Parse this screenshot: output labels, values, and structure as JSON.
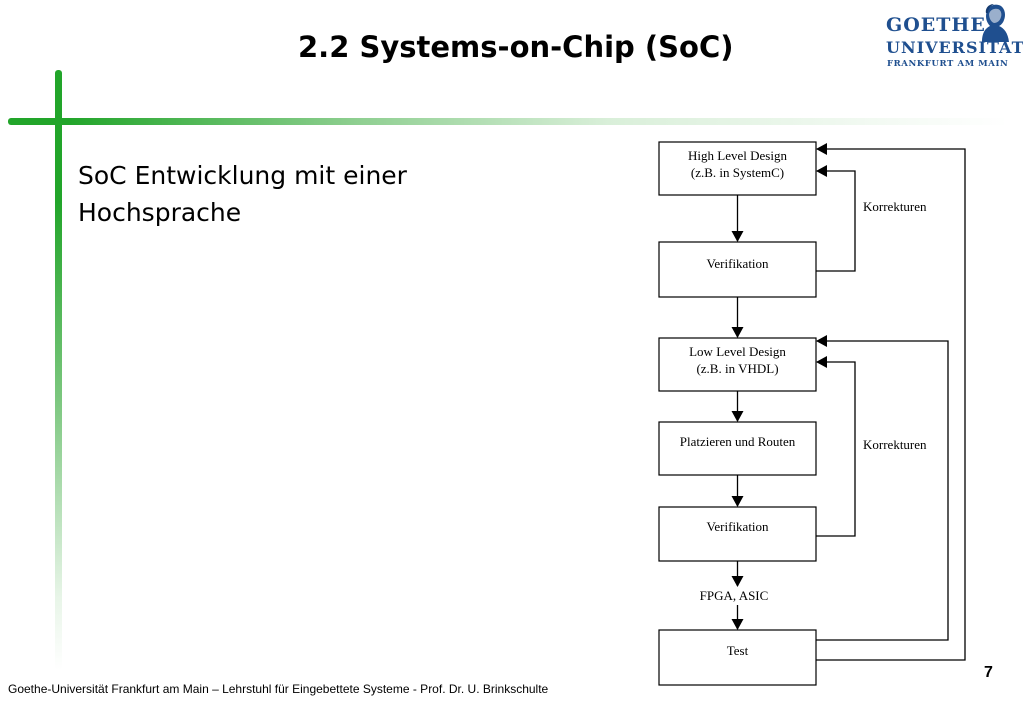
{
  "slide": {
    "title": "2.2 Systems-on-Chip (SoC)",
    "body_line1": "SoC Entwicklung mit einer",
    "body_line2": "Hochsprache",
    "footer": "Goethe-Universität Frankfurt am Main – Lehrstuhl für Eingebettete Systeme - Prof. Dr. U. Brinkschulte",
    "page_number": "7"
  },
  "logo": {
    "line1": "GOETHE",
    "line2": "UNIVERSITÄT",
    "line3": "FRANKFURT AM MAIN",
    "color": "#1f4f8f",
    "icon": "goethe-portrait-icon"
  },
  "accent_color": "#22a52a",
  "diagram": {
    "nodes": {
      "high_level_line1": "High Level Design",
      "high_level_line2": "(z.B. in SystemC)",
      "verifikation1": "Verifikation",
      "low_level_line1": "Low Level Design",
      "low_level_line2": "(z.B. in VHDL)",
      "platzieren": "Platzieren und Routen",
      "verifikation2": "Verifikation",
      "test": "Test"
    },
    "labels": {
      "korrekturen1": "Korrekturen",
      "korrekturen2": "Korrekturen",
      "fpga_asic": "FPGA, ASIC"
    }
  }
}
